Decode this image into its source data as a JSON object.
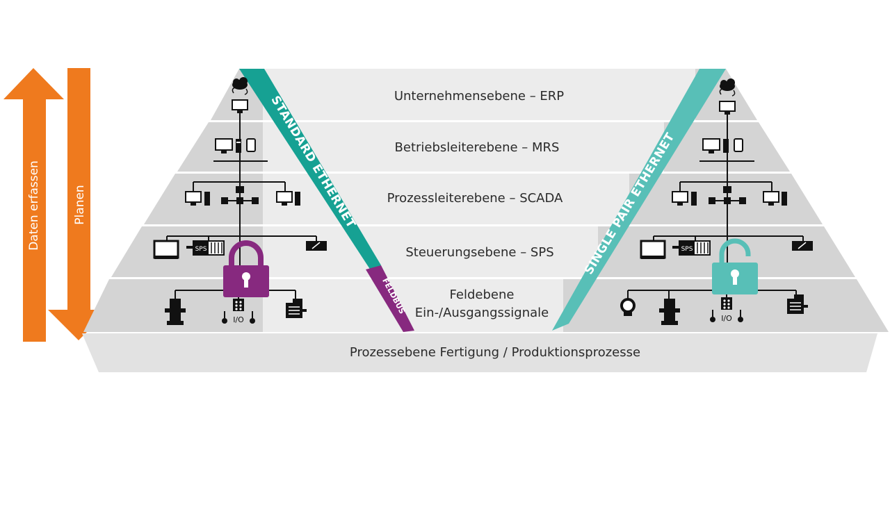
{
  "arrows": {
    "up_label": "Daten erfassen",
    "down_label": "Planen",
    "color": "#ef7a1e"
  },
  "levels": [
    {
      "label": "Unternehmensebene – ERP"
    },
    {
      "label": "Betriebsleiterebene – MRS"
    },
    {
      "label": "Prozessleiterebene – SCADA"
    },
    {
      "label": "Steuerungsebene – SPS"
    },
    {
      "label_line1": "Feldebene",
      "label_line2": "Ein-/Ausgangssignale"
    }
  ],
  "base_label": "Prozessebene Fertigung / Produktionsprozesse",
  "bands": {
    "standard_ethernet": "STANDARD ETHERNET",
    "feldbus": "FELDBUS",
    "single_pair_ethernet": "SINGLE PAIR ETHERNET"
  },
  "icons": {
    "sps": "SPS",
    "io": "I/O"
  },
  "colors": {
    "teal_dark": "#16a193",
    "teal_light": "#58bfb7",
    "purple": "#87297f",
    "pyramid_light": "#ececec",
    "pyramid_dark": "#d4d4d4",
    "base": "#dddddd"
  }
}
